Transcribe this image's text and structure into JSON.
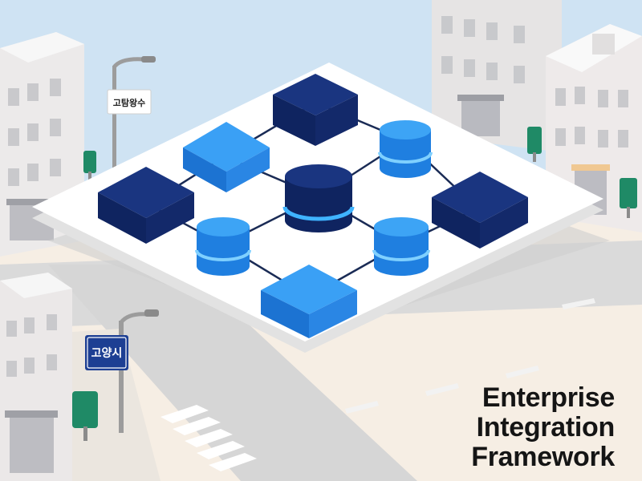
{
  "title": {
    "line1": "Enterprise",
    "line2": "Integration",
    "line3": "Framework"
  },
  "signs": {
    "top_sign": "고탐왕수",
    "street_sign": "고양시"
  },
  "colors": {
    "sky": "#cfe3f3",
    "ground": "#f6eee4",
    "road": "#d9d9d9",
    "platform": "#ffffff",
    "node_dark": "#13296a",
    "node_blue": "#1f7fe0",
    "node_accent": "#3fb3ff",
    "tree": "#1f8a66",
    "caption_text": "#151515"
  },
  "icons": {
    "dark_block_node": "cube-node-icon",
    "blue_block_node": "cube-node-icon",
    "database_node": "database-cylinder-icon",
    "connector": "network-link-icon"
  }
}
